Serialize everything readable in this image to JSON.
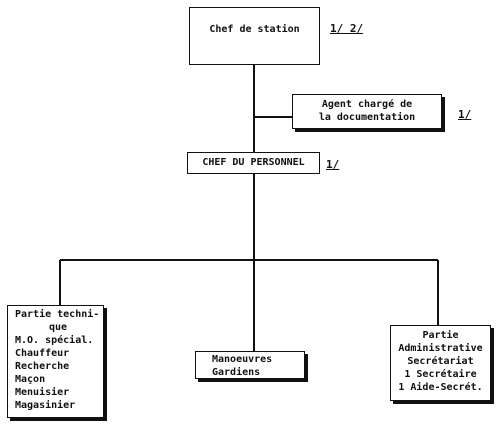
{
  "chart_data": {
    "type": "org-chart",
    "nodes": {
      "chef_station": {
        "text": "Chef de station",
        "note": "1/ 2/"
      },
      "agent_doc": {
        "lines": [
          "Agent chargé de",
          "la documentation"
        ],
        "note": "1/"
      },
      "chef_personnel": {
        "text": "CHEF DU PERSONNEL",
        "note": "1/"
      },
      "partie_technique": {
        "lines": [
          "Partie techni-",
          "que",
          "M.O. spécial.",
          "Chauffeur",
          "Recherche",
          "Maçon",
          "Menuisier",
          "Magasinier"
        ]
      },
      "manoeuvres": {
        "lines": [
          "Manoeuvres",
          "Gardiens"
        ]
      },
      "partie_admin": {
        "lines": [
          "Partie",
          "Administrative",
          "Secrétariat",
          "1 Secrétaire",
          "1 Aide-Secrét."
        ]
      }
    },
    "edges": [
      [
        "chef_station",
        "agent_doc"
      ],
      [
        "chef_station",
        "chef_personnel"
      ],
      [
        "chef_personnel",
        "partie_technique"
      ],
      [
        "chef_personnel",
        "manoeuvres"
      ],
      [
        "chef_personnel",
        "partie_admin"
      ]
    ]
  }
}
